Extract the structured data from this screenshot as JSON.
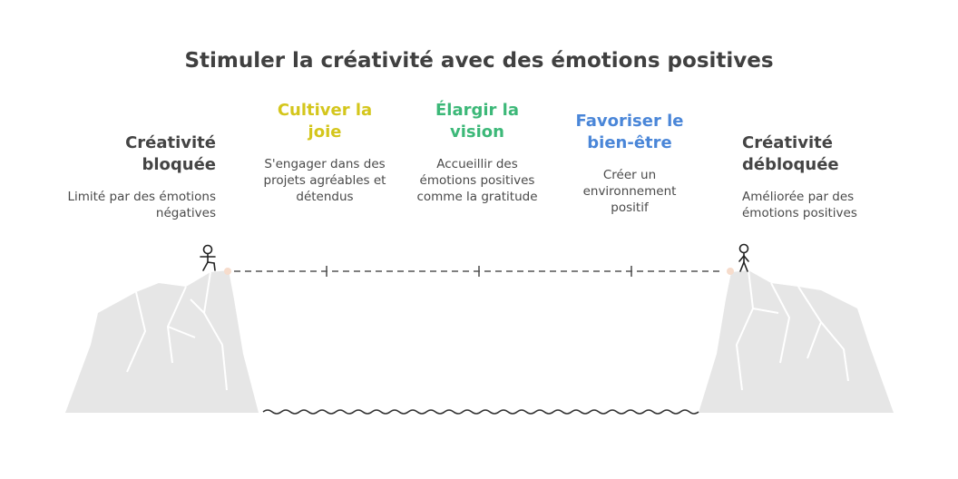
{
  "title": "Stimuler la créativité avec des émotions positives",
  "start": {
    "title": "Créativité bloquée",
    "desc": "Limité par des émotions négatives"
  },
  "end": {
    "title": "Créativité débloquée",
    "desc": "Améliorée par des émotions positives"
  },
  "steps": [
    {
      "title": "Cultiver la joie",
      "desc": "S'engager dans des projets agréables et détendus",
      "color": "#d4c61c"
    },
    {
      "title": "Élargir la vision",
      "desc": "Accueillir des émotions positives comme la gratitude",
      "color": "#3cb878"
    },
    {
      "title": "Favoriser le bien-être",
      "desc": "Créer un environnement positif",
      "color": "#4a86d8"
    }
  ],
  "colors": {
    "text": "#444444",
    "cliff": "#e6e6e6",
    "line": "#555555"
  }
}
